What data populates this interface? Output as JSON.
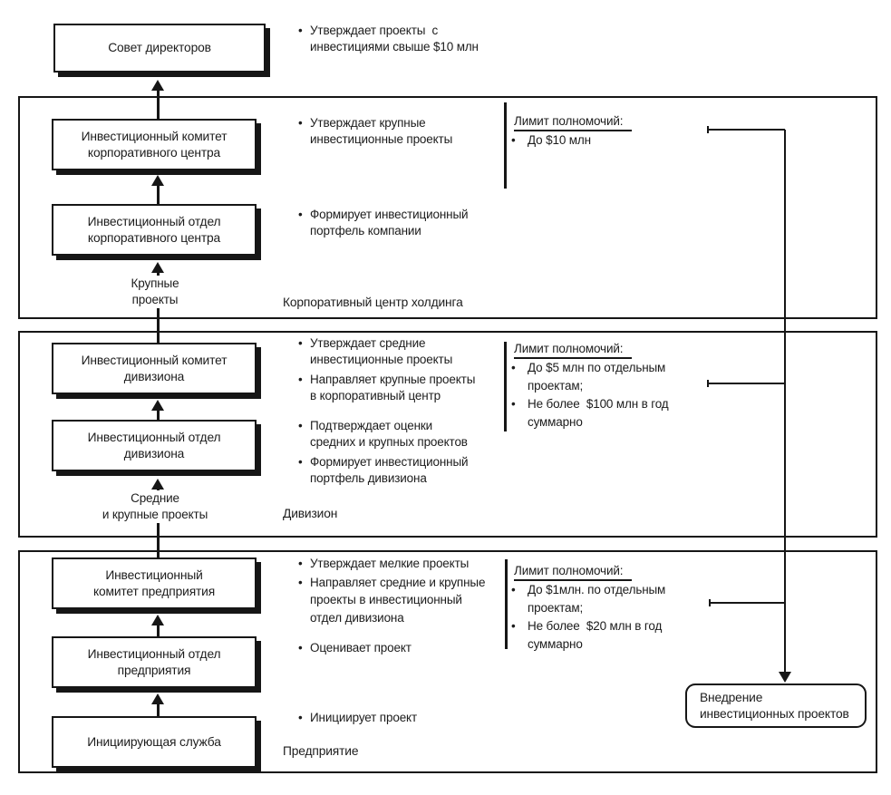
{
  "palette": {
    "ink": "#161616",
    "paper": "#ffffff"
  },
  "top_level": {
    "box": "Совет директоров",
    "bullets": [
      "Утверждает проекты  с\nинвестициями свыше $10 млн"
    ]
  },
  "tiers": [
    {
      "name": "Корпоративный центр холдинга",
      "boxes": [
        {
          "label": "Инвестиционный комитет\nкорпоративного центра",
          "bullets": [
            "Утверждает крупные\nинвестиционные проекты"
          ]
        },
        {
          "label": "Инвестиционный отдел\nкорпоративного центра",
          "bullets": [
            "Формирует инвестиционный\nпортфель компании"
          ]
        }
      ],
      "flow_label": "Крупные\nпроекты",
      "limit": {
        "heading": "Лимит полномочий:",
        "items": [
          "До $10 млн"
        ]
      }
    },
    {
      "name": "Дивизион",
      "boxes": [
        {
          "label": "Инвестиционный комитет\nдивизиона",
          "bullets": [
            "Утверждает средние\nинвестиционные проекты",
            "Направляет крупные проекты\nв корпоративный центр"
          ]
        },
        {
          "label": "Инвестиционный отдел\nдивизиона",
          "bullets": [
            "Подтверждает оценки\nсредних и крупных проектов",
            "Формирует инвестиционный\nпортфель дивизиона"
          ]
        }
      ],
      "flow_label": "Средние\nи крупные проекты",
      "limit": {
        "heading": "Лимит полномочий:",
        "items": [
          "До $5 млн по отдельным\nпроектам;",
          "Не более  $100 млн в год\nсуммарно"
        ]
      }
    },
    {
      "name": "Предприятие",
      "boxes": [
        {
          "label": "Инвестиционный\nкомитет предприятия",
          "bullets": [
            "Утверждает мелкие проекты",
            "Направляет средние и крупные\nпроекты в инвестиционный\nотдел дивизиона"
          ]
        },
        {
          "label": "Инвестиционный отдел\nпредприятия",
          "bullets": [
            "Оценивает проект"
          ]
        },
        {
          "label": "Инициирующая служба",
          "bullets": [
            "Инициирует проект"
          ]
        }
      ],
      "limit": {
        "heading": "Лимит полномочий:",
        "items": [
          "До $1млн. по отдельным\nпроектам;",
          "Не более  $20 млн в год\nсуммарно"
        ]
      }
    }
  ],
  "outcome": {
    "label": "Внедрение\nинвестиционных проектов"
  }
}
